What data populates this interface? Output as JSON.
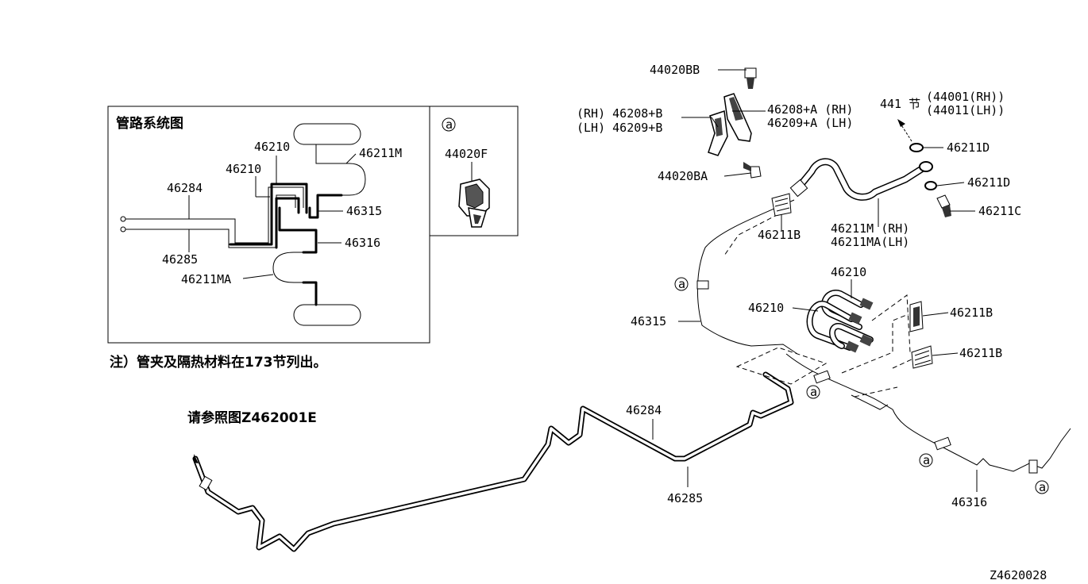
{
  "inset": {
    "title": "管路系统图",
    "labels": {
      "l46210a": "46210",
      "l46210b": "46210",
      "l46211m": "46211M",
      "l46284": "46284",
      "l46315": "46315",
      "l46316": "46316",
      "l46285": "46285",
      "l46211ma": "46211MA"
    }
  },
  "detail_box": {
    "symbol": "a",
    "label": "44020F"
  },
  "note": "注）管夹及隔热材料在173节列出。",
  "see_ref": "请参照图Z462001E",
  "parts": {
    "p44020bb": "44020BB",
    "p46208b": "(RH) 46208+B",
    "p46209b": "(LH) 46209+B",
    "p46208a": "46208+A (RH)",
    "p46209a": "46209+A (LH)",
    "p441": "441 节",
    "p44001": "(44001(RH))",
    "p44011": "(44011(LH))",
    "p46211d_1": "46211D",
    "p46211d_2": "46211D",
    "p46211c": "46211C",
    "p44020ba": "44020BA",
    "p46211b_1": "46211B",
    "p46211m": "46211M (RH)",
    "p46211ma": "46211MA(LH)",
    "p46210_1": "46210",
    "p46210_2": "46210",
    "p46211b_2": "46211B",
    "p46211b_3": "46211B",
    "p46315": "46315",
    "p46284": "46284",
    "p46285": "46285",
    "p46316": "46316"
  },
  "clip_symbol": "a",
  "figure_code": "Z4620028"
}
